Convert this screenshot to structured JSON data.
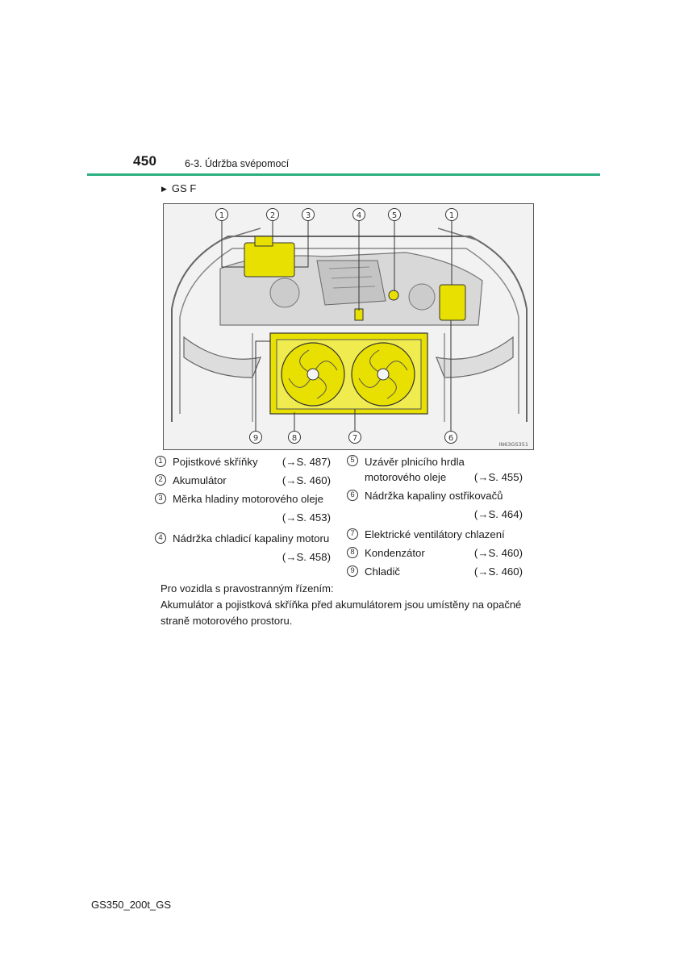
{
  "header": {
    "page_number": "450",
    "section_title": "6-3. Údržba svépomocí"
  },
  "variant": {
    "marker": "▶",
    "label": "GS F"
  },
  "figure": {
    "image_code": "IN63GS351",
    "callouts_top": [
      "1",
      "2",
      "3",
      "4",
      "5",
      "1"
    ],
    "callouts_bottom": [
      "9",
      "8",
      "7",
      "6"
    ],
    "highlight_color": "#e8e000"
  },
  "legend": {
    "left": [
      {
        "num": "1",
        "label": "Pojistkové skříňky",
        "ref": "(→S. 487)"
      },
      {
        "num": "2",
        "label": "Akumulátor",
        "ref": "(→S. 460)"
      },
      {
        "num": "3",
        "label": "Měrka hladiny motorového oleje",
        "ref": "(→S. 453)"
      },
      {
        "num": "4",
        "label": "Nádržka chladicí kapaliny motoru",
        "ref": "(→S. 458)"
      }
    ],
    "right": [
      {
        "num": "5",
        "label": "Uzávěr plnicího hrdla motorového oleje",
        "ref": "(→S. 455)"
      },
      {
        "num": "6",
        "label": "Nádržka kapaliny ostřikovačů",
        "ref": "(→S. 464)"
      },
      {
        "num": "7",
        "label": "Elektrické ventilátory chlazení",
        "ref": ""
      },
      {
        "num": "8",
        "label": "Kondenzátor",
        "ref": "(→S. 460)"
      },
      {
        "num": "9",
        "label": "Chladič",
        "ref": "(→S. 460)"
      }
    ]
  },
  "note": {
    "heading": "Pro vozidla s pravostranným řízením:",
    "text": "Akumulátor a pojistková skříňka před akumulátorem jsou umístěny na opačné straně motorového prostoru."
  },
  "footer": {
    "model_code": "GS350_200t_GS"
  }
}
